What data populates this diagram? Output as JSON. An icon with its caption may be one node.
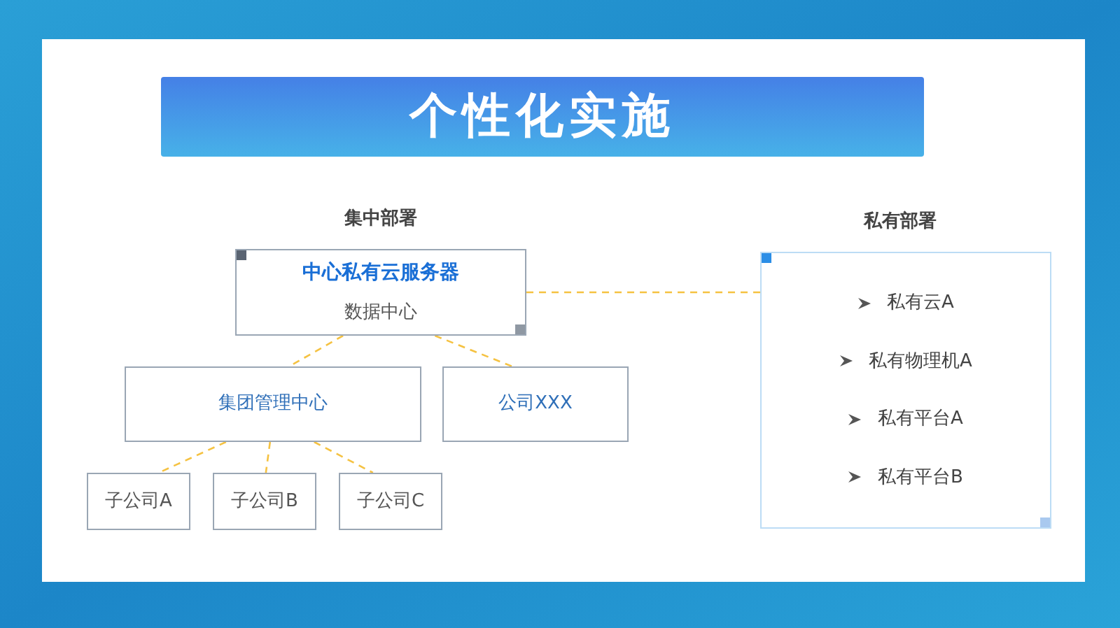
{
  "diagram": {
    "title": "个性化实施",
    "nodes": [
      {
        "text": [
          "中心私有云服务器",
          "数据中心"
        ]
      },
      {
        "text": [
          "集团管理中心"
        ]
      },
      {
        "text": [
          "公司XXX"
        ]
      },
      {
        "text": [
          "子公司A"
        ]
      },
      {
        "text": [
          "子公司B"
        ]
      },
      {
        "text": [
          "子公司C"
        ]
      },
      {
        "text": [
          "私有云A",
          "私有物理机A",
          "私有平台A",
          "私有平台B"
        ]
      }
    ],
    "edges": [
      {
        "from": 0,
        "to": 1,
        "arrow": "none",
        "style": "dashed"
      },
      {
        "from": 0,
        "to": 2,
        "arrow": "none",
        "style": "dashed"
      },
      {
        "from": 0,
        "to": 6,
        "arrow": "none",
        "style": "dashed"
      },
      {
        "from": 1,
        "to": 3,
        "arrow": "none",
        "style": "dashed"
      },
      {
        "from": 1,
        "to": 4,
        "arrow": "none",
        "style": "dashed"
      },
      {
        "from": 1,
        "to": 5,
        "arrow": "none",
        "style": "dashed"
      }
    ],
    "labels": [
      "集中部署",
      "私有部署"
    ]
  }
}
